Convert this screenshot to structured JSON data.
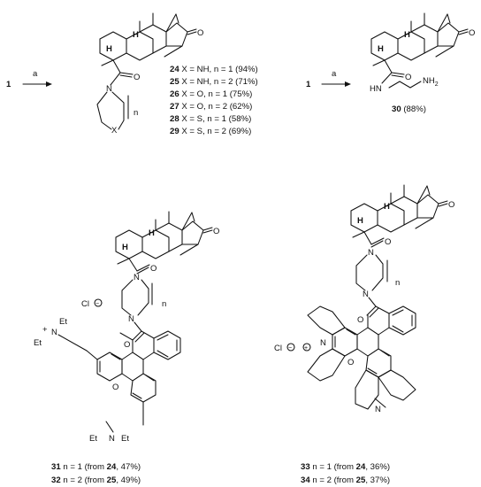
{
  "start_label": "1",
  "reagent": "a",
  "top_left_compounds": [
    {
      "num": "24",
      "desc": " X = NH, n = 1 (94%)"
    },
    {
      "num": "25",
      "desc": " X = NH, n = 2 (71%)"
    },
    {
      "num": "26",
      "desc": " X = O, n = 1 (75%)"
    },
    {
      "num": "27",
      "desc": " X = O, n = 2 (62%)"
    },
    {
      "num": "28",
      "desc": " X = S, n = 1 (58%)"
    },
    {
      "num": "29",
      "desc": " X = S, n = 2 (69%)"
    }
  ],
  "compound_30": {
    "num": "30",
    "yield": " (88%)"
  },
  "atoms": {
    "H": "H",
    "O": "O",
    "N": "N",
    "X": "X",
    "n": "n",
    "HN": "HN",
    "NH2": "NH",
    "two": "2",
    "Cl": "Cl",
    "Et": "Et",
    "minus": "−",
    "plus": "+"
  },
  "bottom_left_captions": [
    {
      "num": "31",
      "desc": " n = 1 (from ",
      "ref": "24",
      "yield": ", 47%)"
    },
    {
      "num": "32",
      "desc": " n = 2 (from ",
      "ref": "25",
      "yield": ", 49%)"
    }
  ],
  "bottom_right_captions": [
    {
      "num": "33",
      "desc": " n = 1 (from ",
      "ref": "24",
      "yield": ", 36%)"
    },
    {
      "num": "34",
      "desc": " n = 2 (from ",
      "ref": "25",
      "yield": ", 37%)"
    }
  ]
}
